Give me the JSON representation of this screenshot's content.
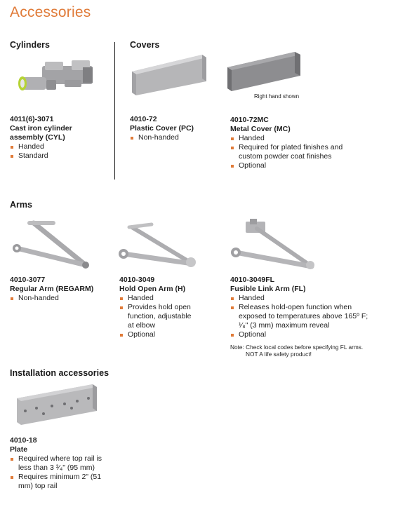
{
  "page_title": "Accessories",
  "sections": {
    "cylinders": "Cylinders",
    "covers": "Covers",
    "arms": "Arms",
    "installation": "Installation accessories"
  },
  "items": [
    {
      "code": "4011(6)-3071",
      "name": "Cast iron cylinder assembly (CYL)",
      "bullets": [
        "Handed",
        "Standard"
      ]
    },
    {
      "code": "4010-72",
      "name": "Plastic Cover (PC)",
      "bullets": [
        "Non-handed"
      ]
    },
    {
      "code": "4010-72MC",
      "name": "Metal Cover (MC)",
      "bullets": [
        "Handed",
        "Required for plated finishes and custom powder coat finishes",
        "Optional"
      ],
      "caption": "Right hand shown"
    },
    {
      "code": "4010-3077",
      "name": "Regular Arm (REGARM)",
      "bullets": [
        "Non-handed"
      ]
    },
    {
      "code": "4010-3049",
      "name": "Hold Open Arm (H)",
      "bullets": [
        "Handed",
        "Provides hold open function, adjustable at elbow",
        "Optional"
      ]
    },
    {
      "code": "4010-3049FL",
      "name": "Fusible Link Arm (FL)",
      "bullets": [
        "Handed",
        "Releases hold-open function when exposed to temperatures above 165º F; ¹⁄₈\" (3 mm) maximum reveal",
        "Optional"
      ],
      "note_1": "Note: Check local codes before specifying FL arms.",
      "note_2": "NOT A life safety product!"
    },
    {
      "code": "4010-18",
      "name": "Plate",
      "bullets": [
        "Required where top rail is less than 3 ³⁄₄\" (95 mm)",
        "Requires minimum 2\" (51 mm) top rail"
      ]
    }
  ],
  "icons": [
    "cylinder-assembly-image",
    "plastic-cover-image",
    "metal-cover-image",
    "regular-arm-image",
    "hold-open-arm-image",
    "fusible-link-arm-image",
    "mounting-plate-image"
  ],
  "colors": {
    "accent": "#e07b39",
    "metal": "#b9b9bb",
    "metal_dark": "#8c8c8f",
    "cylinder_green": "#b5d334"
  }
}
